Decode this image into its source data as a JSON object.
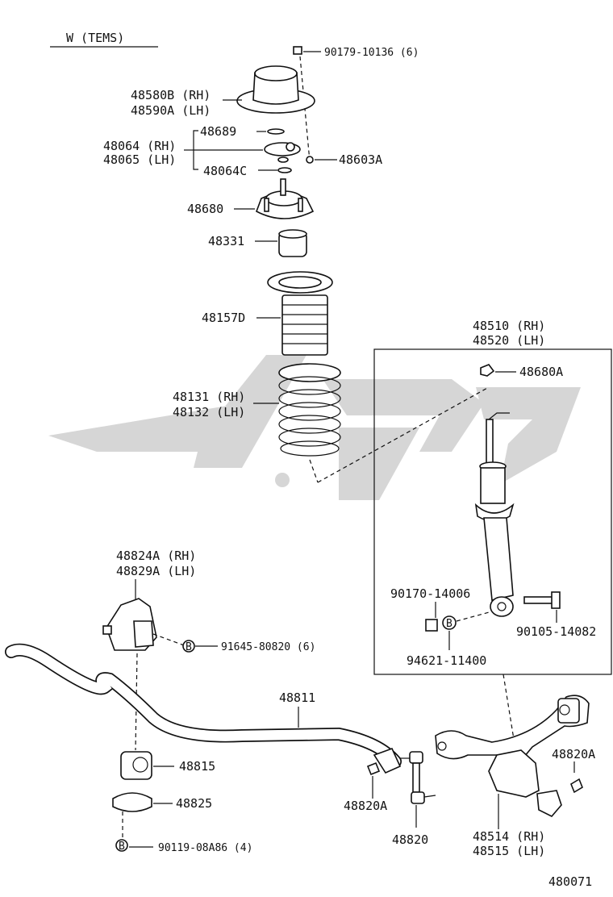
{
  "header": {
    "variant": "W (TEMS)"
  },
  "figure_number": "480071",
  "box_title": {
    "line1": "48510 (RH)",
    "line2": "48520 (LH)"
  },
  "parts": {
    "p90179": "90179-10136 (6)",
    "p48580_rh": "48580B (RH)",
    "p48590_lh": "48590A (LH)",
    "p48689": "48689",
    "p48064_rh": "48064 (RH)",
    "p48065_lh": "48065 (LH)",
    "p48064c": "48064C",
    "p48603a": "48603A",
    "p48680": "48680",
    "p48331": "48331",
    "p48157d": "48157D",
    "p48131_rh": "48131 (RH)",
    "p48132_lh": "48132 (LH)",
    "p48680a": "48680A",
    "p90170": "90170-14006",
    "p90105": "90105-14082",
    "p94621": "94621-11400",
    "p48824a_rh": "48824A (RH)",
    "p48829a_lh": "48829A (LH)",
    "p91645": "91645-80820 (6)",
    "p48811": "48811",
    "p48815": "48815",
    "p48825": "48825",
    "p90119": "90119-08A86 (4)",
    "p48820a_l": "48820A",
    "p48820": "48820",
    "p48820a_r": "48820A",
    "p48514_rh": "48514 (RH)",
    "p48515_lh": "48515 (LH)",
    "bolt_marker": "B"
  }
}
